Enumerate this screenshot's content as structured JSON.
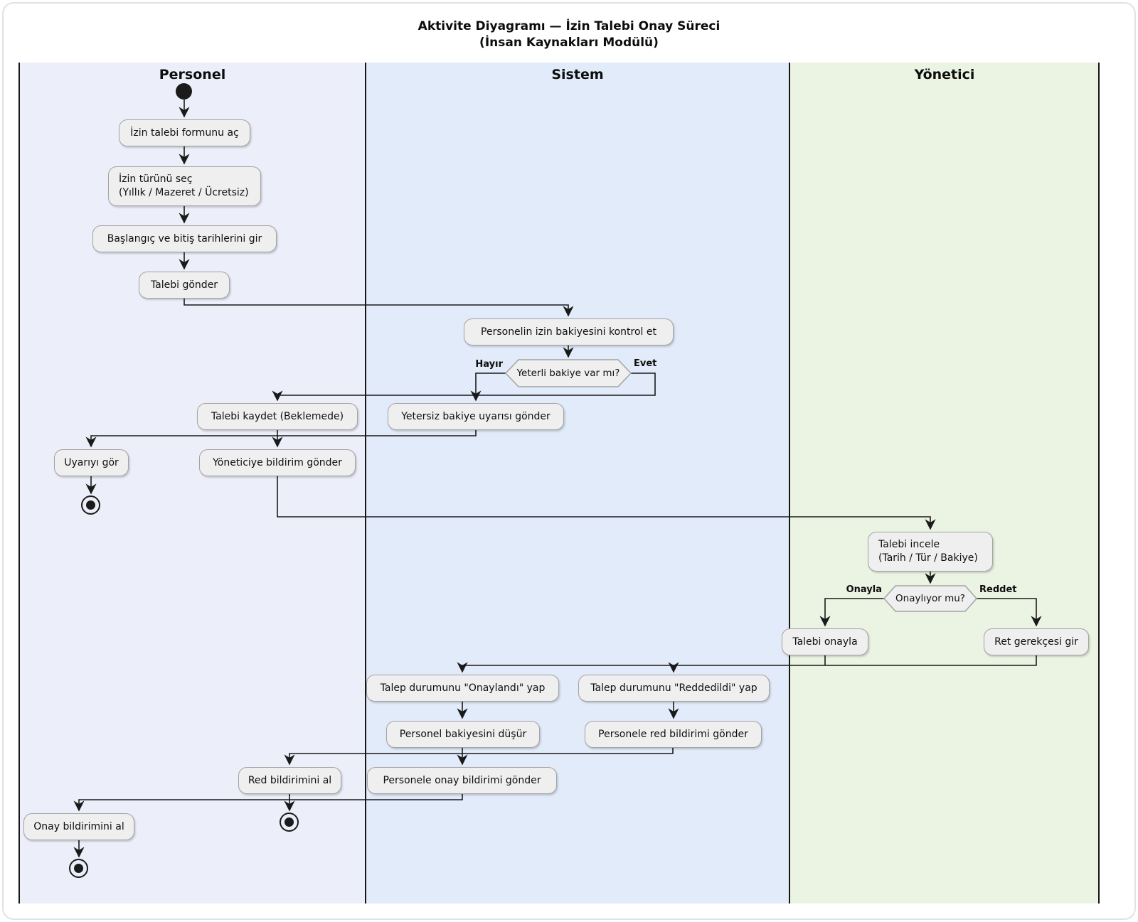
{
  "title": {
    "line1": "Aktivite Diyagramı — İzin Talebi Onay Süreci",
    "line2": "(İnsan Kaynakları Modülü)"
  },
  "lanes": {
    "personel": "Personel",
    "sistem": "Sistem",
    "yonetici": "Yönetici"
  },
  "nodes": {
    "izin_talebi_formunu_ac": "İzin talebi formunu aç",
    "izin_turunu_sec": "İzin türünü seç\n(Yıllık / Mazeret / Ücretsiz)",
    "tarihleri_gir": "Başlangıç ve bitiş tarihlerini gir",
    "talebi_gonder": "Talebi gönder",
    "bakiye_kontrol": "Personelin izin bakiyesini kontrol et",
    "yetersiz_uyari": "Yetersiz bakiye uyarısı gönder",
    "talebi_kaydet": "Talebi kaydet (Beklemede)",
    "uyariyi_gor": "Uyarıyı gör",
    "yoneticiye_bildirim": "Yöneticiye bildirim gönder",
    "talebi_incele": "Talebi incele\n(Tarih / Tür / Bakiye)",
    "talebi_onayla": "Talebi onayla",
    "ret_gerekcesi": "Ret gerekçesi gir",
    "durum_onaylandi": "Talep durumunu \"Onaylandı\" yap",
    "durum_reddedildi": "Talep durumunu \"Reddedildi\" yap",
    "bakiye_dusur": "Personel bakiyesini düşür",
    "red_bildirimi_gonder": "Personele red bildirimi gönder",
    "red_bildirimini_al": "Red bildirimini al",
    "onay_bildirimi_gonder": "Personele onay bildirimi gönder",
    "onay_bildirimini_al": "Onay bildirimini al"
  },
  "decisions": {
    "yeterli_bakiye": "Yeterli bakiye var mı?",
    "onayliyor_mu": "Onaylıyor mu?"
  },
  "edge_labels": {
    "hayir": "Hayır",
    "evet": "Evet",
    "onayla": "Onayla",
    "reddet": "Reddet"
  },
  "colors": {
    "lane_personel": "#ECEEF9",
    "lane_sistem": "#E2EBFA",
    "lane_yonetici": "#EBF4E3",
    "node_fill": "#EFEFEF",
    "node_border": "#A3A3A3",
    "connector": "#1A1A1A"
  }
}
